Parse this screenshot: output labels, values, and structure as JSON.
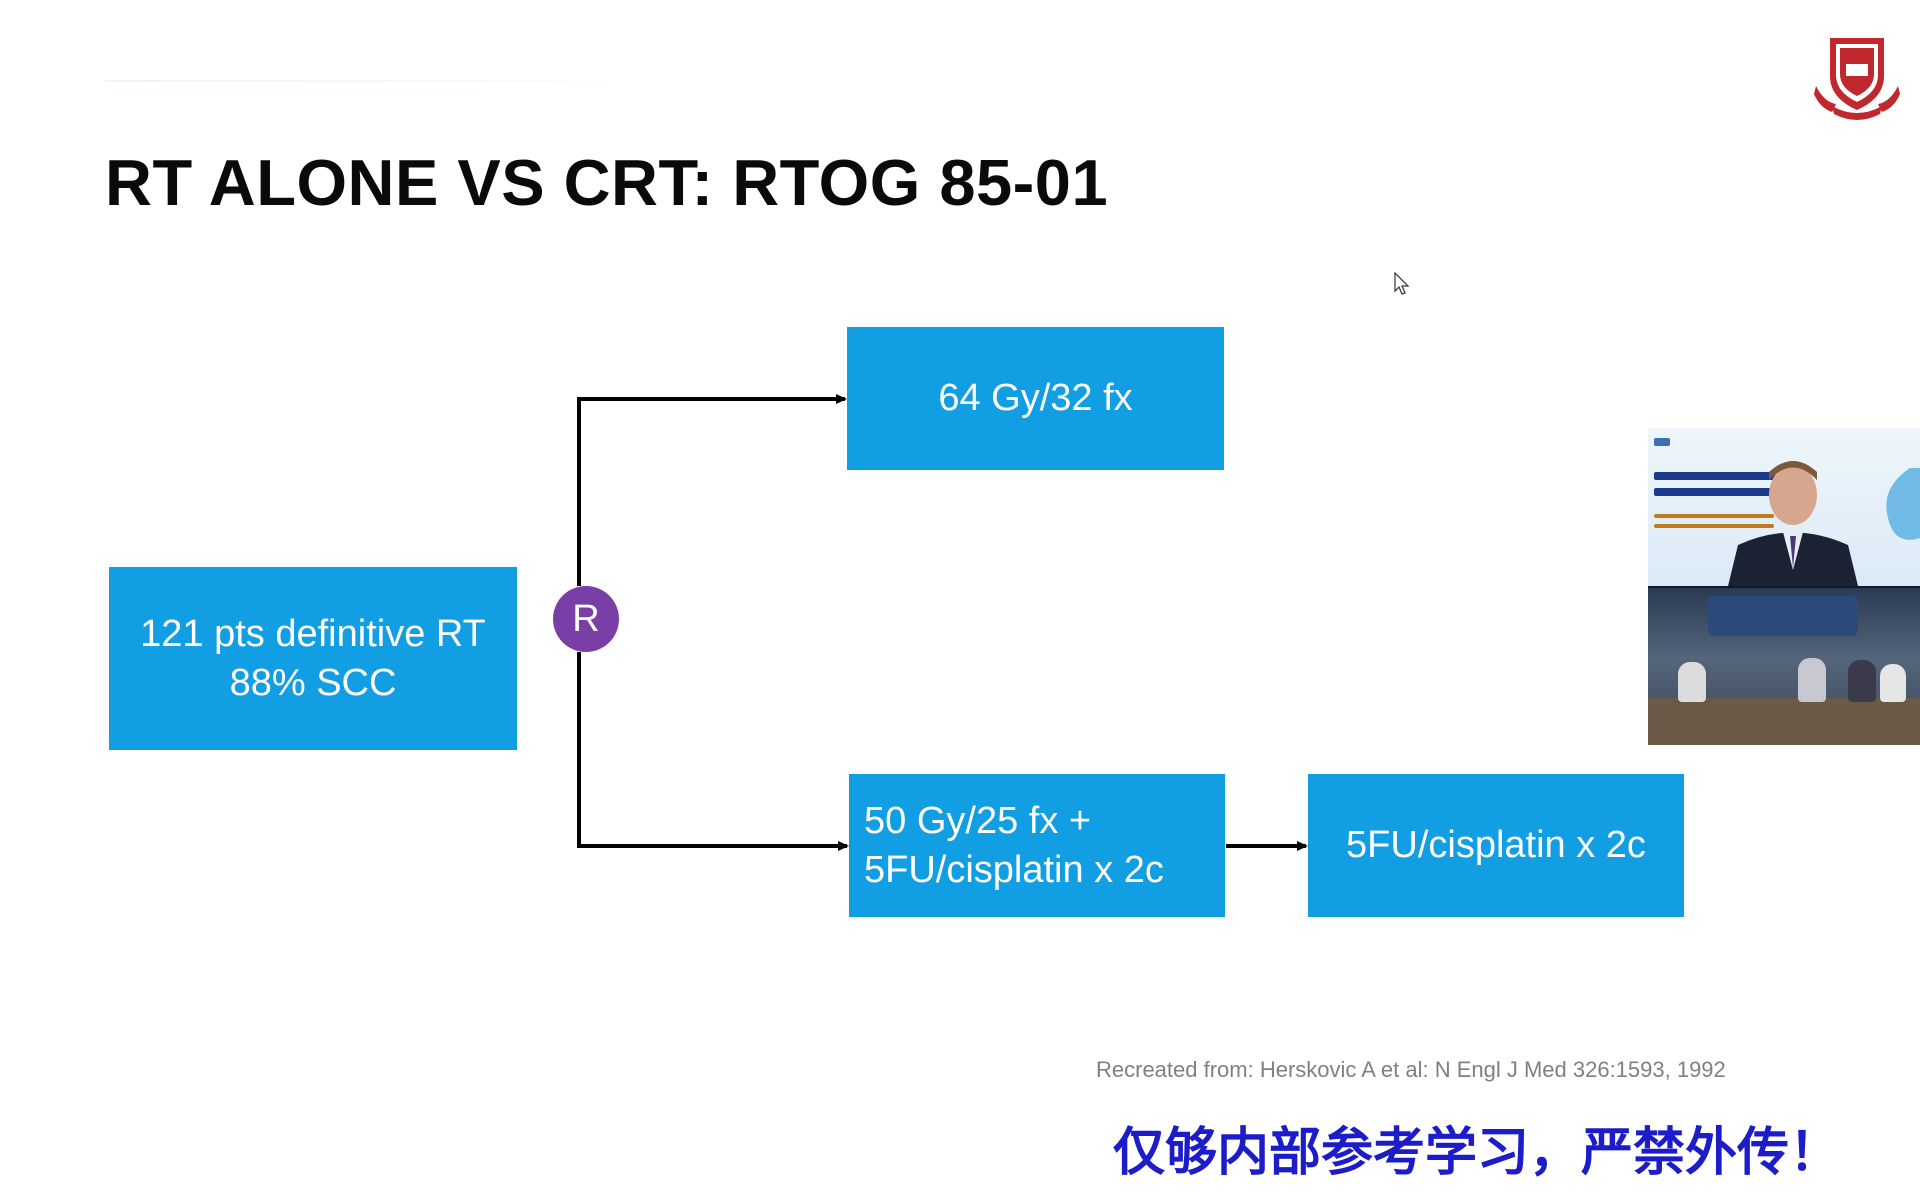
{
  "slide": {
    "title": "RT ALONE VS CRT: RTOG 85-01",
    "citation": "Recreated from:  Herskovic A et al: N Engl J Med 326:1593, 1992",
    "watermark": "仅够内部参考学习，严禁外传！"
  },
  "diagram": {
    "patients": {
      "line1": "121 pts definitive RT",
      "line2": "88% SCC"
    },
    "randomization_label": "R",
    "arm1": {
      "text": "64 Gy/32 fx"
    },
    "arm2": {
      "line1": "50 Gy/25 fx +",
      "line2": "5FU/cisplatin x 2c"
    },
    "arm2_followup": {
      "text": "5FU/cisplatin x 2c"
    }
  },
  "colors": {
    "box_fill": "#129ee2",
    "randomization_circle": "#7a3fa6",
    "connector": "#000000",
    "watermark": "#1c1cc8",
    "logo": "#c0282d"
  },
  "icons": {
    "logo": "university-crest-icon",
    "cursor": "mouse-pointer-icon"
  }
}
